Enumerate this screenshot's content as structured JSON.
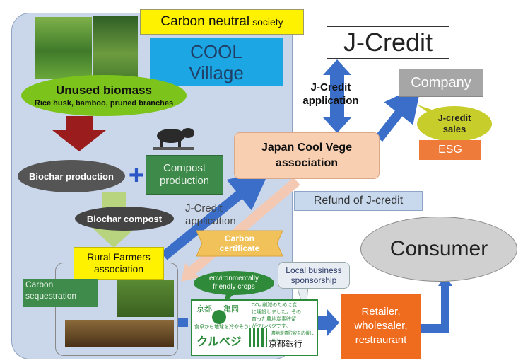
{
  "carbon_neutral": {
    "main": "Carbon neutral",
    "small": "society"
  },
  "cool_village": [
    "COOL",
    "Village"
  ],
  "jcredit_title": "J-Credit",
  "company": "Company",
  "jcredit_sales": [
    "J-credit",
    "sales"
  ],
  "esg": "ESG",
  "association": [
    "Japan Cool Vege",
    "association"
  ],
  "refund": "Refund of J-credit",
  "consumer": "Consumer",
  "retailer": [
    "Retailer,",
    "wholesaler,",
    "restraurant"
  ],
  "unused_biomass": {
    "title": "Unused biomass",
    "subtitle": "Rice husk, bamboo, pruned branches"
  },
  "biochar_production": "Biochar production",
  "plus": "+",
  "compost_production": [
    "Compost",
    "production"
  ],
  "biochar_compost": "Biochar compost",
  "rural_farmers": [
    "Rural Farmers",
    "association"
  ],
  "carbon_sequestration": [
    "Carbon",
    "sequestration"
  ],
  "env_crops": [
    "environmentally",
    "friendly crops"
  ],
  "local_business": [
    "Local business",
    "sponsorship"
  ],
  "jcredit_application_diag": [
    "J-Credit",
    "application"
  ],
  "jcredit_application_vert": [
    "J-Credit",
    "application"
  ],
  "carbon_certificate": [
    "Carbon",
    "certificate"
  ],
  "kuruvege_label": {
    "kyoto": "京都",
    "kameoka": "亀岡",
    "slogan": "食卓から地球を冷やそう!",
    "brand": "クルベジ",
    "text": [
      "CO₂ 削減のために炭",
      "に埋設しました。その",
      "育った農地炭素貯留",
      "がクルベジです。"
    ],
    "small": "農地炭素貯留を応援します。",
    "bank": "京都銀行"
  },
  "colors": {
    "panel": "#cad7ea",
    "yellow": "#fff200",
    "blue_box": "#1ca6e4",
    "green_ellipse": "#7cc41b",
    "orange": "#ef6c1e",
    "arrow_blue": "#3a6ec9",
    "dark_red_arrow": "#9b1c1c",
    "light_green_arrow": "#b8d47e"
  }
}
